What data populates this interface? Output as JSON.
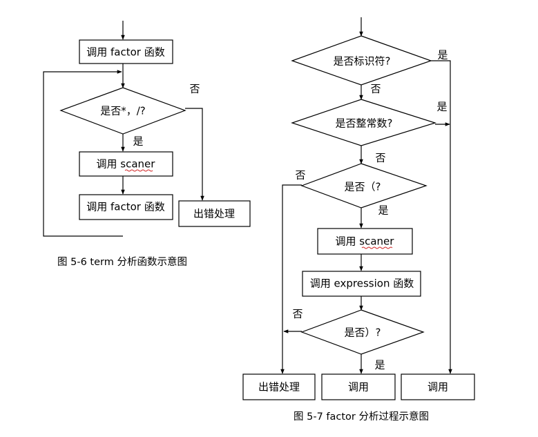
{
  "fig1": {
    "nodes": {
      "call_factor_1": "调用 factor 函数",
      "decision_mul_div": "是否*，/?",
      "call_scaner": "调用 scaner",
      "call_factor_2": "调用 factor 函数",
      "error": "出错处理"
    },
    "labels": {
      "yes": "是",
      "no": "否"
    },
    "caption": "图  5-6 term 分析函数示意图"
  },
  "fig2": {
    "nodes": {
      "decision_identifier": "是否标识符?",
      "decision_integer": "是否整常数?",
      "decision_lparen": "是否（?",
      "call_scaner": "调用 scaner",
      "call_expression": "调用 expression 函数",
      "decision_rparen": "是否）?",
      "error": "出错处理",
      "call_a": "调用",
      "call_b": "调用"
    },
    "labels": {
      "yes_identifier": "是",
      "no_identifier": "否",
      "yes_integer": "是",
      "no_integer": "否",
      "no_lparen": "否",
      "yes_lparen": "是",
      "no_rparen": "否",
      "yes_rparen": "是"
    },
    "caption": "图 5-7 factor 分析过程示意图"
  }
}
